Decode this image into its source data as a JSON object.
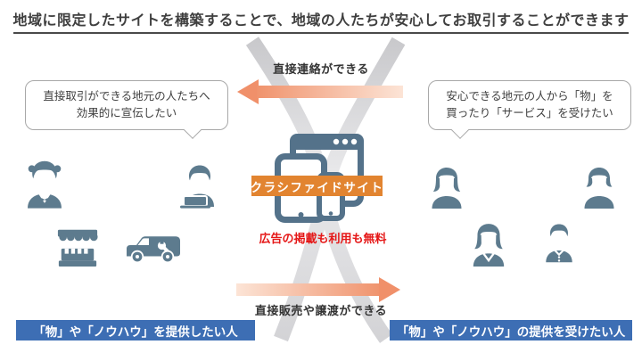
{
  "title": "地域に限定したサイトを構築することで、地域の人たちが安心してお取引することができます",
  "bubbles": {
    "left": {
      "line1": "直接取引ができる地元の人たちへ",
      "line2": "効果的に宣伝したい"
    },
    "right": {
      "line1": "安心できる地元の人から「物」を",
      "line2": "買ったり「サービス」を受けたい"
    }
  },
  "arrows": {
    "top": {
      "label": "直接連絡ができる",
      "direction": "left"
    },
    "bottom": {
      "label": "直接販売や譲渡ができる",
      "direction": "right"
    }
  },
  "center": {
    "site_label": "クラシファイドサイト",
    "free_note": "広告の掲載も利用も無料"
  },
  "footers": {
    "left": "「物」や「ノウハウ」を提供したい人",
    "right": "「物」や「ノウハウ」の提供を受けたい人"
  },
  "icons": {
    "center": "devices-icon",
    "left_group": [
      "shopkeeper-woman-icon",
      "laptop-worker-icon",
      "market-stall-icon",
      "service-van-icon"
    ],
    "right_group": [
      "woman-long-hair-icon",
      "woman-bob-icon",
      "woman-shawl-icon",
      "man-collar-icon"
    ]
  },
  "colors": {
    "banner_orange": "#e28430",
    "arrow_orange": "#f0906a",
    "footer_blue": "#3d6eb4",
    "note_red": "#e51717",
    "icon_slate": "#5d7b8e",
    "device_slate": "#54728a",
    "swoosh_gray": "#d4d4d6",
    "text_dark": "#3f3f3f"
  }
}
